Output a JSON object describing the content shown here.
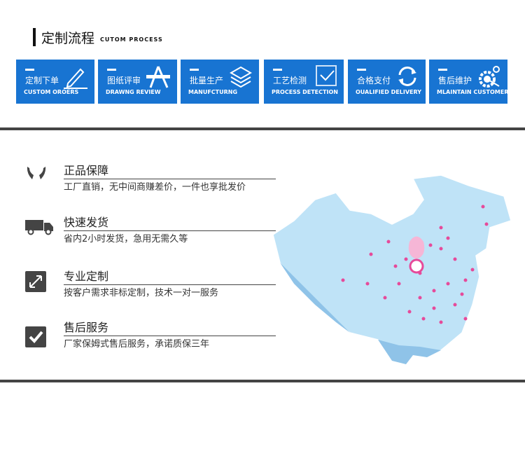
{
  "section_title": {
    "cn": "定制流程",
    "en": "CUTOM PROCESS"
  },
  "process_steps": [
    {
      "cn": "定制下单",
      "en": "CUSTOM OROERS",
      "icon": "pencil-icon"
    },
    {
      "cn": "图纸评审",
      "en": "DRAWNG REVIEW",
      "icon": "compass-ruler-icon"
    },
    {
      "cn": "批量生产",
      "en": "MANUFCTURNG",
      "icon": "layers-icon"
    },
    {
      "cn": "工艺检测",
      "en": "PROCESS DETECTION",
      "icon": "checkbox-icon"
    },
    {
      "cn": "合格支付",
      "en": "OUALIFIED DELIVERY",
      "icon": "refresh-icon"
    },
    {
      "cn": "售后维护",
      "en": "MLAINTAIN CUSTOMER",
      "icon": "gear-wrench-icon"
    }
  ],
  "features": [
    {
      "title": "正品保障",
      "desc": "工厂直销，无中间商赚差价，一件也享批发价",
      "icon": "hands-icon"
    },
    {
      "title": "快速发货",
      "desc": "省内2小时发货，急用无需久等",
      "icon": "truck-icon"
    },
    {
      "title": "专业定制",
      "desc": "按客户需求非标定制，技术一对一服务",
      "icon": "resize-arrow-icon"
    },
    {
      "title": "售后服务",
      "desc": "厂家保姆式售后服务，承诺质保三年",
      "icon": "check-box-icon"
    }
  ],
  "colors": {
    "accent": "#1874d2",
    "divider": "#444444",
    "map": "#bfe3f7",
    "pin": "#e64a9a"
  }
}
